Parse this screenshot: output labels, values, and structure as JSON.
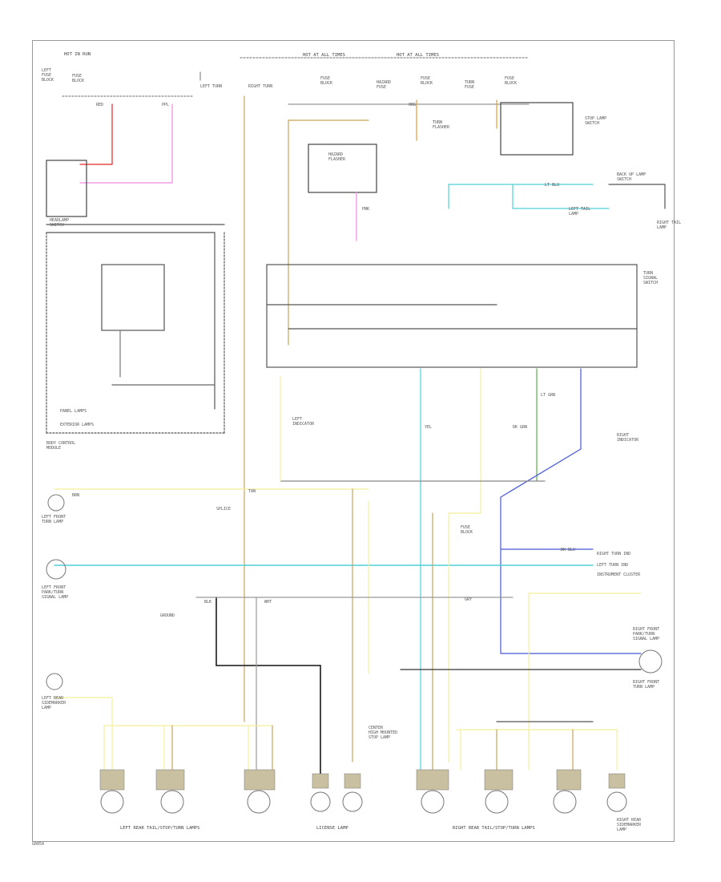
{
  "footer_code": "G0054",
  "labels": {
    "hot_in_run": "HOT IN RUN",
    "hot_at_all_times": "HOT AT ALL TIMES",
    "hot_at_all_times_2": "HOT AT ALL TIMES",
    "left_fuse_block": "LEFT\nFUSE\nBLOCK",
    "fuse_block_1": "FUSE\nBLOCK",
    "fuse_block_2": "FUSE\nBLOCK",
    "fuse_block_3": "FUSE\nBLOCK",
    "fuse_block_4": "FUSE\nBLOCK",
    "fuse_block_5": "FUSE\nBLOCK",
    "left_turn": "LEFT TURN",
    "right_turn": "RIGHT TURN",
    "turn_fuse": "TURN\nFUSE",
    "hazard_fuse": "HAZARD\nFUSE",
    "hazard_flasher": "HAZARD\nFLASHER",
    "turn_flasher": "TURN\nFLASHER",
    "stop_lamp_switch": "STOP LAMP\nSWITCH",
    "backup_lamp_switch": "BACK UP LAMP\nSWITCH",
    "left_tail_lamp": "LEFT TAIL\nLAMP",
    "right_tail_lamp": "RIGHT TAIL\nLAMP",
    "turn_signal_switch": "TURN\nSIGNAL\nSWITCH",
    "left_indicator": "LEFT\nINDICATOR",
    "right_indicator": "RIGHT\nINDICATOR",
    "panel_lamps": "PANEL LAMPS",
    "exterior_lamps": "EXTERIOR LAMPS",
    "headlamp_switch": "HEADLAMP\nSWITCH",
    "body_control_module": "BODY CONTROL\nMODULE",
    "left_front_turn_lamp": "LEFT FRONT\nTURN LAMP",
    "left_front_parking_lamp": "LEFT FRONT\nPARK/TURN\nSIGNAL LAMP",
    "right_front_turn_lamp": "RIGHT FRONT\nTURN LAMP",
    "right_front_parking_lamp": "RIGHT FRONT\nPARK/TURN\nSIGNAL LAMP",
    "instrument_cluster": "INSTRUMENT CLUSTER",
    "right_turn_ind": "RIGHT TURN IND",
    "left_turn_ind": "LEFT TURN IND",
    "left_rear_cluster": "LEFT REAR TAIL/STOP/TURN LAMPS",
    "right_rear_cluster": "RIGHT REAR TAIL/STOP/TURN LAMPS",
    "license_lamp": "LICENSE LAMP",
    "left_rear_sidemarker": "LEFT REAR\nSIDEMARKER\nLAMP",
    "right_rear_sidemarker": "RIGHT REAR\nSIDEMARKER\nLAMP",
    "high_mount": "CENTER\nHIGH MOUNTED\nSTOP LAMP",
    "splice": "SPLICE",
    "ground": "GROUND",
    "wire_ppl": "PPL",
    "wire_pnk": "PNK",
    "wire_org": "ORG",
    "wire_lt_blu": "LT BLU",
    "wire_dk_blu": "DK BLU",
    "wire_yel": "YEL",
    "wire_brn": "BRN",
    "wire_blk": "BLK",
    "wire_wht": "WHT",
    "wire_tan": "TAN",
    "wire_lt_grn": "LT GRN",
    "wire_dk_grn": "DK GRN",
    "wire_red": "RED",
    "wire_gry": "GRY"
  }
}
